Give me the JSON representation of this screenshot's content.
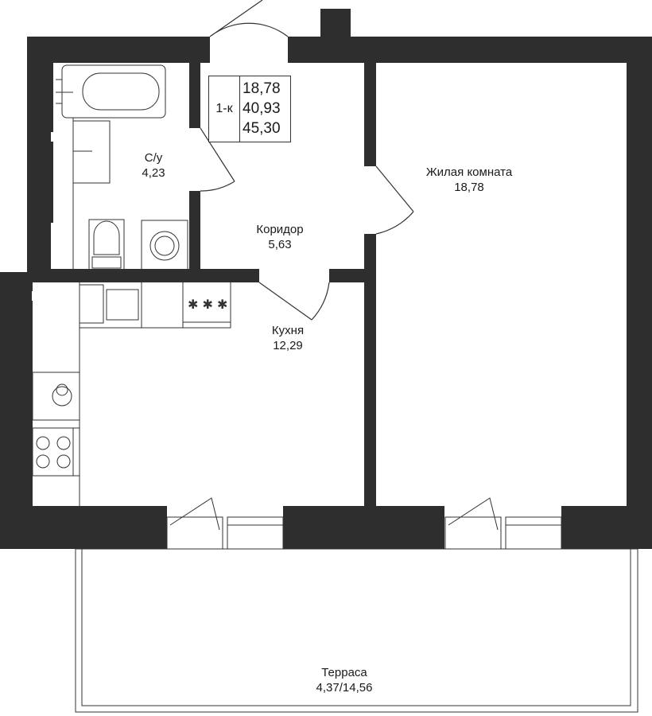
{
  "plan": {
    "summary": {
      "type": "1-к",
      "living_area": "18,78",
      "total_area": "40,93",
      "area_with_terrace": "45,30"
    },
    "rooms": [
      {
        "id": "bathroom",
        "name": "С/у",
        "area": "4,23"
      },
      {
        "id": "corridor",
        "name": "Коридор",
        "area": "5,63"
      },
      {
        "id": "living",
        "name": "Жилая комната",
        "area": "18,78"
      },
      {
        "id": "kitchen",
        "name": "Кухня",
        "area": "12,29"
      },
      {
        "id": "terrace",
        "name": "Терраса",
        "area": "4,37/14,56"
      }
    ],
    "colors": {
      "wall": "#2e2e2e",
      "line": "#333333",
      "background": "#ffffff"
    }
  }
}
